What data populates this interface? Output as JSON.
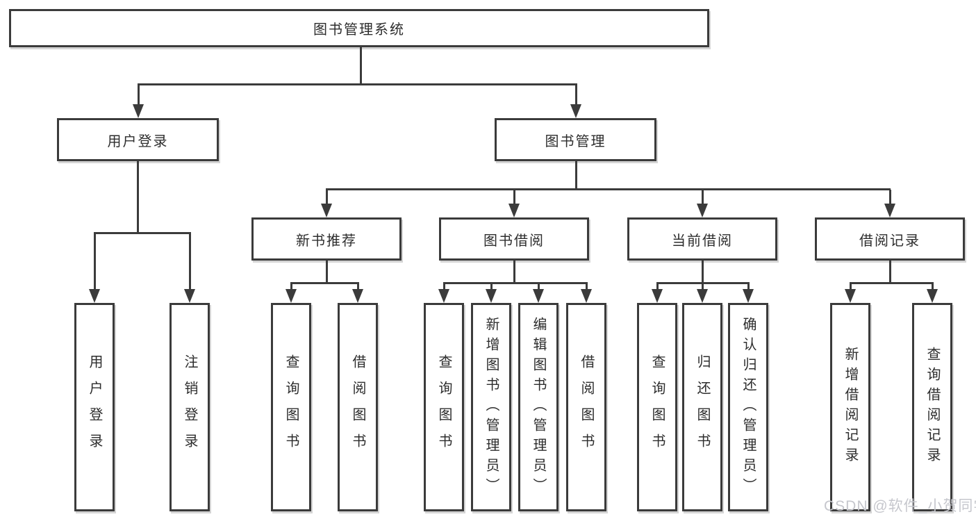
{
  "tree": {
    "root": {
      "label": "图书管理系统"
    },
    "branches": [
      {
        "label": "用户登录",
        "children": [
          {
            "label": "用户登录"
          },
          {
            "label": "注销登录"
          }
        ]
      },
      {
        "label": "图书管理",
        "groups": [
          {
            "label": "新书推荐",
            "children": [
              {
                "label": "查询图书"
              },
              {
                "label": "借阅图书"
              }
            ]
          },
          {
            "label": "图书借阅",
            "children": [
              {
                "label": "查询图书"
              },
              {
                "label": "新增图书（管理员）"
              },
              {
                "label": "编辑图书（管理员）"
              },
              {
                "label": "借阅图书"
              }
            ]
          },
          {
            "label": "当前借阅",
            "children": [
              {
                "label": "查询图书"
              },
              {
                "label": "归还图书"
              },
              {
                "label": "确认归还（管理员）"
              }
            ]
          },
          {
            "label": "借阅记录",
            "children": [
              {
                "label": "新增借阅记录"
              },
              {
                "label": "查询借阅记录"
              }
            ]
          }
        ]
      }
    ]
  },
  "watermark": {
    "text": "CSDN @软件_小贺同学"
  },
  "colors": {
    "line": "#3b3b3b",
    "text": "#2d2d2d",
    "watermark": "#c6c7cd",
    "background": "#ffffff"
  }
}
